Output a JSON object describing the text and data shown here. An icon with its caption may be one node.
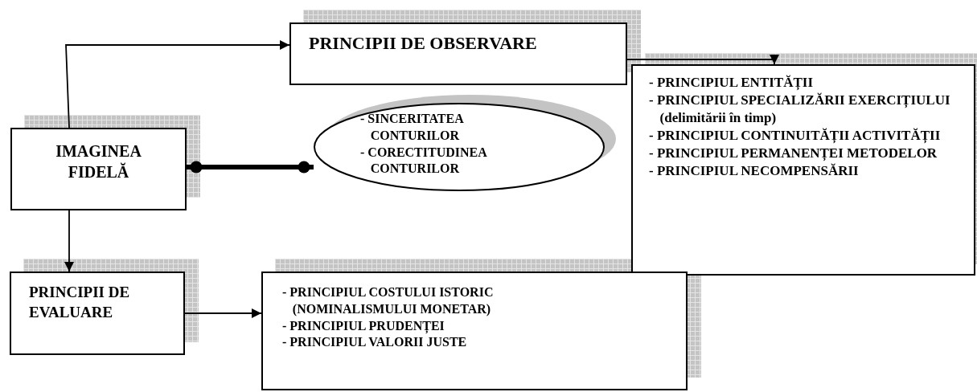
{
  "diagram": {
    "nodes": [
      {
        "text": [
          "PRINCIPII DE OBSERVARE"
        ]
      },
      {
        "text": [
          "IMAGINEA FIDELĂ"
        ]
      },
      {
        "text": [
          "- SINCERITATEA CONTURILOR",
          "- CORECTITUDINEA CONTURILOR"
        ]
      },
      {
        "text": [
          "- PRINCIPIUL ENTITĂȚII",
          "- PRINCIPIUL SPECIALIZĂRII EXERCIȚIULUI (delimitării în timp)",
          "- PRINCIPIUL CONTINUITĂȚII ACTIVITĂȚII",
          "- PRINCIPIUL PERMANENȚEI METODELOR",
          "- PRINCIPIUL NECOMPENSĂRII"
        ]
      },
      {
        "text": [
          "PRINCIPII DE EVALUARE"
        ]
      },
      {
        "text": [
          "- PRINCIPIUL COSTULUI ISTORIC (NOMINALISMULUI MONETAR)",
          "- PRINCIPIUL PRUDENȚEI",
          "- PRINCIPIUL VALORII JUSTE"
        ]
      }
    ],
    "edges": [
      {
        "from": 1,
        "to": 0,
        "arrow": "to"
      },
      {
        "from": 0,
        "to": 3,
        "arrow": "to"
      },
      {
        "from": 1,
        "to": 2,
        "arrow": "other",
        "style": "thick"
      },
      {
        "from": 1,
        "to": 4,
        "arrow": "to"
      },
      {
        "from": 4,
        "to": 5,
        "arrow": "to"
      }
    ]
  }
}
